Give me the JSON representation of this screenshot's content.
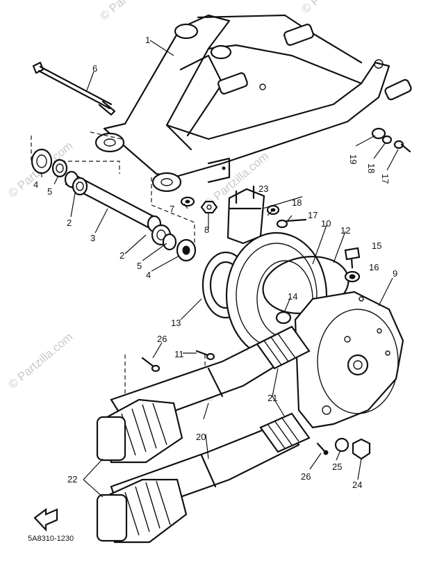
{
  "watermark": "© Partzilla.com",
  "diagram_code": "5A8310-1230",
  "callouts": {
    "c1": "1",
    "c2a": "2",
    "c2b": "2",
    "c3": "3",
    "c4a": "4",
    "c4b": "4",
    "c5a": "5",
    "c5b": "5",
    "c6": "6",
    "c7": "7",
    "c8": "8",
    "c9": "9",
    "c10": "10",
    "c11": "11",
    "c12": "12",
    "c13": "13",
    "c14": "14",
    "c15": "15",
    "c16": "16",
    "c17a": "17",
    "c17b": "17",
    "c18a": "18",
    "c18b": "18",
    "c19": "19",
    "c20": "20",
    "c21": "21",
    "c22": "22",
    "c23": "23",
    "c24": "24",
    "c25": "25",
    "c26a": "26",
    "c26b": "26"
  }
}
